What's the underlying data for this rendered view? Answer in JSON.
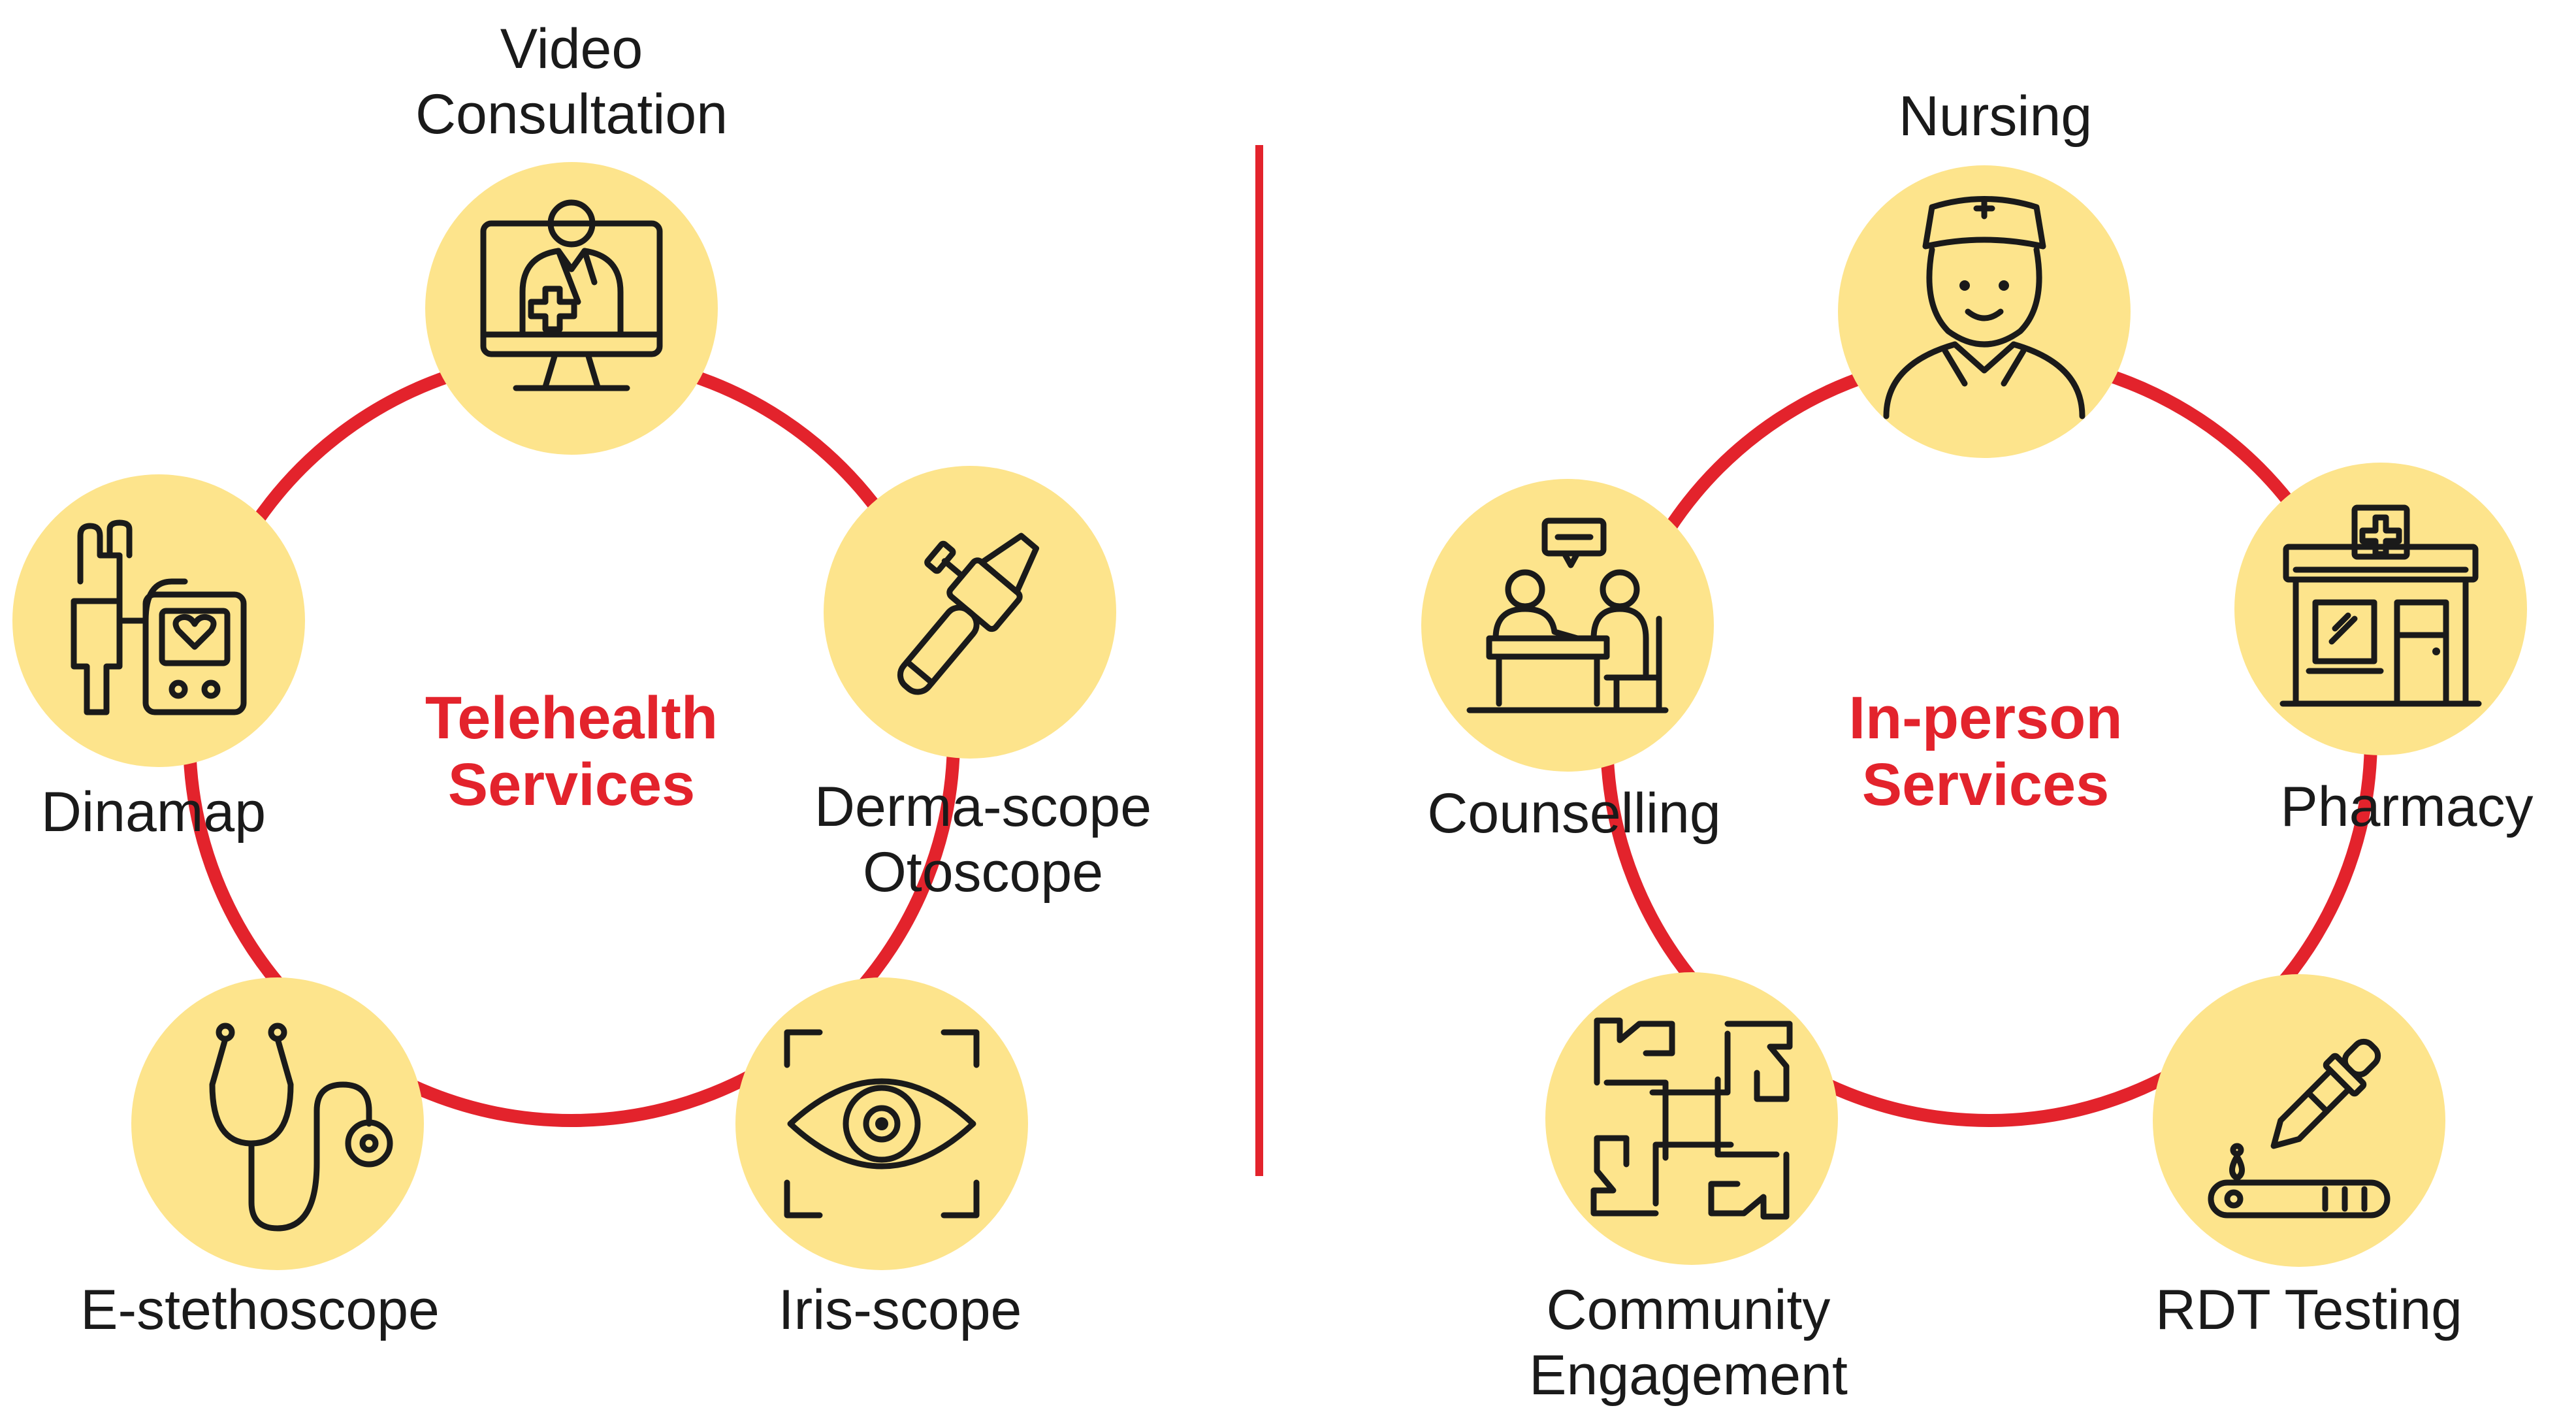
{
  "colors": {
    "accent": "#e3232c",
    "node": "#fde48c",
    "ink": "#1a1a1a",
    "background": "#ffffff"
  },
  "telehealth": {
    "title_line1": "Telehealth",
    "title_line2": "Services",
    "nodes": [
      {
        "id": "video",
        "icon": "video-consultation-icon",
        "label_lines": [
          "Video",
          "Consultation"
        ]
      },
      {
        "id": "derma",
        "icon": "otoscope-icon",
        "label_lines": [
          "Derma-scope",
          "Otoscope"
        ]
      },
      {
        "id": "iris",
        "icon": "eye-scan-icon",
        "label_lines": [
          "Iris-scope"
        ]
      },
      {
        "id": "stetho",
        "icon": "stethoscope-icon",
        "label_lines": [
          "E-stethoscope"
        ]
      },
      {
        "id": "dinamap",
        "icon": "blood-pressure-monitor-icon",
        "label_lines": [
          "Dinamap"
        ]
      }
    ]
  },
  "inperson": {
    "title_line1": "In-person",
    "title_line2": "Services",
    "nodes": [
      {
        "id": "nursing",
        "icon": "nurse-icon",
        "label_lines": [
          "Nursing"
        ]
      },
      {
        "id": "pharmacy",
        "icon": "pharmacy-icon",
        "label_lines": [
          "Pharmacy"
        ]
      },
      {
        "id": "rdt",
        "icon": "dropper-test-icon",
        "label_lines": [
          "RDT Testing"
        ]
      },
      {
        "id": "community",
        "icon": "joined-hands-icon",
        "label_lines": [
          "Community",
          "Engagement"
        ]
      },
      {
        "id": "counselling",
        "icon": "counselling-icon",
        "label_lines": [
          "Counselling"
        ]
      }
    ]
  }
}
